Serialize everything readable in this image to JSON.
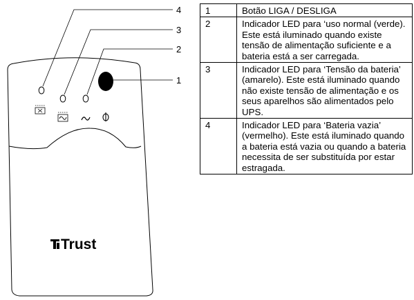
{
  "device": {
    "brand": "Trust",
    "callouts": [
      "4",
      "3",
      "2",
      "1"
    ]
  },
  "legend": {
    "rows": [
      {
        "number": "1",
        "text": "Botão LIGA / DESLIGA"
      },
      {
        "number": "2",
        "text": "Indicador LED para ‘uso normal (verde). Este está iluminado quando existe tensão de alimentação suficiente e a bateria está a ser carregada."
      },
      {
        "number": "3",
        "text": "Indicador LED para ‘Tensão da bateria’ (amarelo). Este está iluminado quando não existe tensão de alimentação e os seus aparelhos são alimentados pelo UPS."
      },
      {
        "number": "4",
        "text": "Indicador LED para ‘Bateria vazia’ (vermelho). Este está iluminado quando a bateria está vazia ou quando a bateria necessita de ser substituída por estar estragada."
      }
    ]
  }
}
